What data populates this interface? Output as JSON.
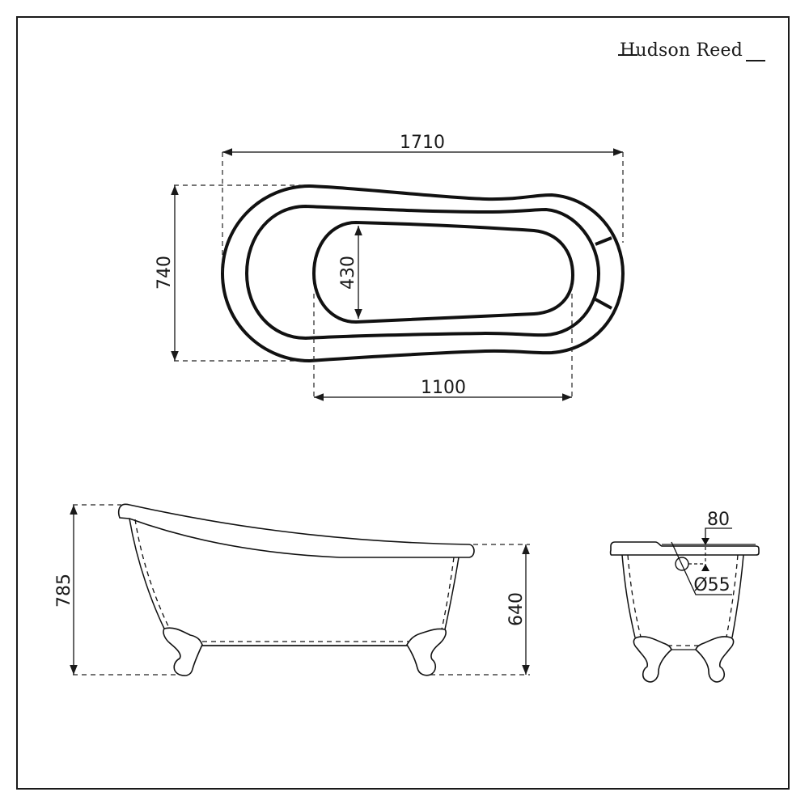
{
  "brand": {
    "name": "Hudson Reed"
  },
  "plan_view": {
    "overall_length": "1710",
    "overall_width": "740",
    "inner_width": "430",
    "inner_length": "1100"
  },
  "side_view": {
    "overall_height": "785",
    "rim_height": "640"
  },
  "end_view": {
    "waste_offset": "80",
    "overflow_diameter": "Ø55"
  },
  "colors": {
    "line": "#1a1a1a",
    "background": "#ffffff"
  }
}
